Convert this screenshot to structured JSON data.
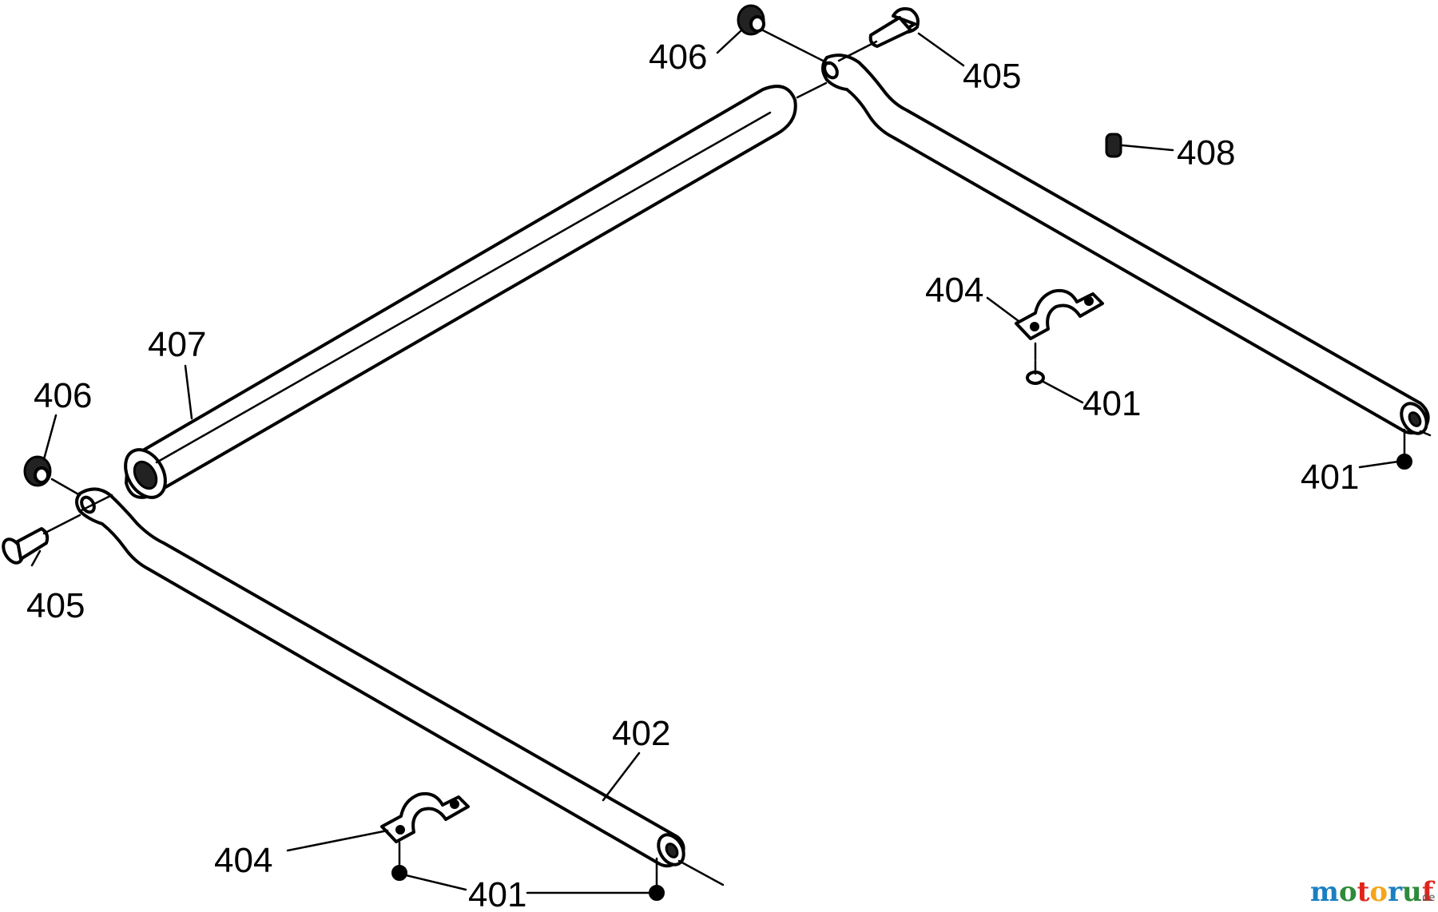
{
  "labels": {
    "lbl_406_top": "406",
    "lbl_405_top": "405",
    "lbl_408": "408",
    "lbl_404_right": "404",
    "lbl_401_right_mid": "401",
    "lbl_401_right_end": "401",
    "lbl_407": "407",
    "lbl_406_left": "406",
    "lbl_405_left": "405",
    "lbl_402": "402",
    "lbl_404_bottom": "404",
    "lbl_401_bottom": "401"
  },
  "watermark": {
    "brand": "motoruf",
    "tld": ".de",
    "colors": [
      "#1a7fc2",
      "#2e8b3a",
      "#e1251b",
      "#f2a51a",
      "#1a7fc2",
      "#2e8b3a",
      "#e1251b"
    ]
  },
  "style": {
    "line_color": "#000000",
    "background": "#ffffff"
  }
}
